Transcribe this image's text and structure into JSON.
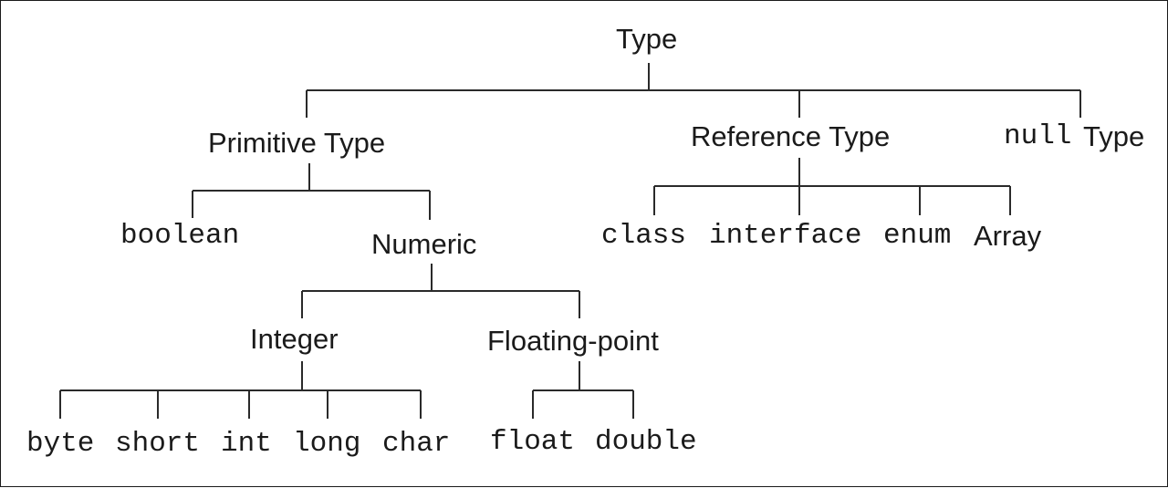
{
  "diagram": {
    "root": "Type",
    "primitive": {
      "label": "Primitive Type",
      "boolean": "boolean",
      "numeric": {
        "label": "Numeric",
        "integer": {
          "label": "Integer",
          "types": [
            "byte",
            "short",
            "int",
            "long",
            "char"
          ]
        },
        "floating": {
          "label": "Floating-point",
          "types": [
            "float",
            "double"
          ]
        }
      }
    },
    "reference": {
      "label": "Reference Type",
      "types": [
        "class",
        "interface",
        "enum",
        "Array"
      ]
    },
    "null_type": {
      "prefix": "null",
      "suffix": "Type"
    }
  }
}
